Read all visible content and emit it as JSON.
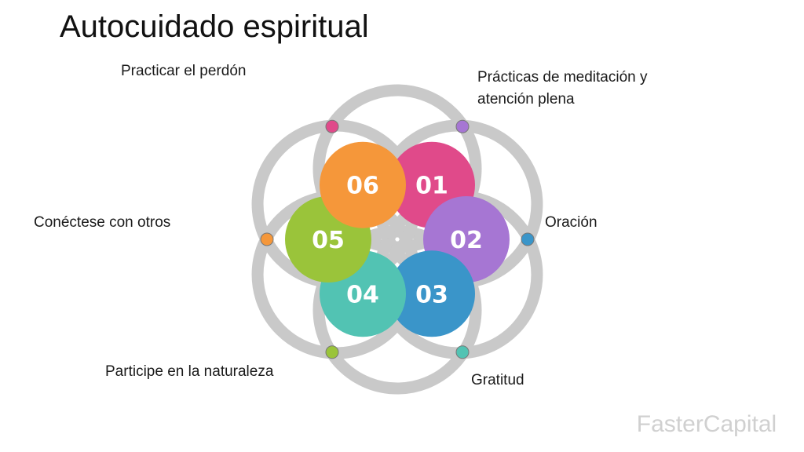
{
  "title": "Autocuidado espiritual",
  "watermark": "FasterCapital",
  "items": [
    {
      "number": "01",
      "label": "Prácticas de meditación y atención plena",
      "color": "#e04a8a"
    },
    {
      "number": "02",
      "label": "Oración",
      "color": "#a676d3"
    },
    {
      "number": "03",
      "label": "Gratitud",
      "color": "#3a95c9"
    },
    {
      "number": "04",
      "label": "Participe en la naturaleza",
      "color": "#52c3b3"
    },
    {
      "number": "05",
      "label": "Conéctese con otros",
      "color": "#9ac43a"
    },
    {
      "number": "06",
      "label": "Practicar el perdón",
      "color": "#f5973a"
    }
  ],
  "ring_color": "#c9c9c9"
}
